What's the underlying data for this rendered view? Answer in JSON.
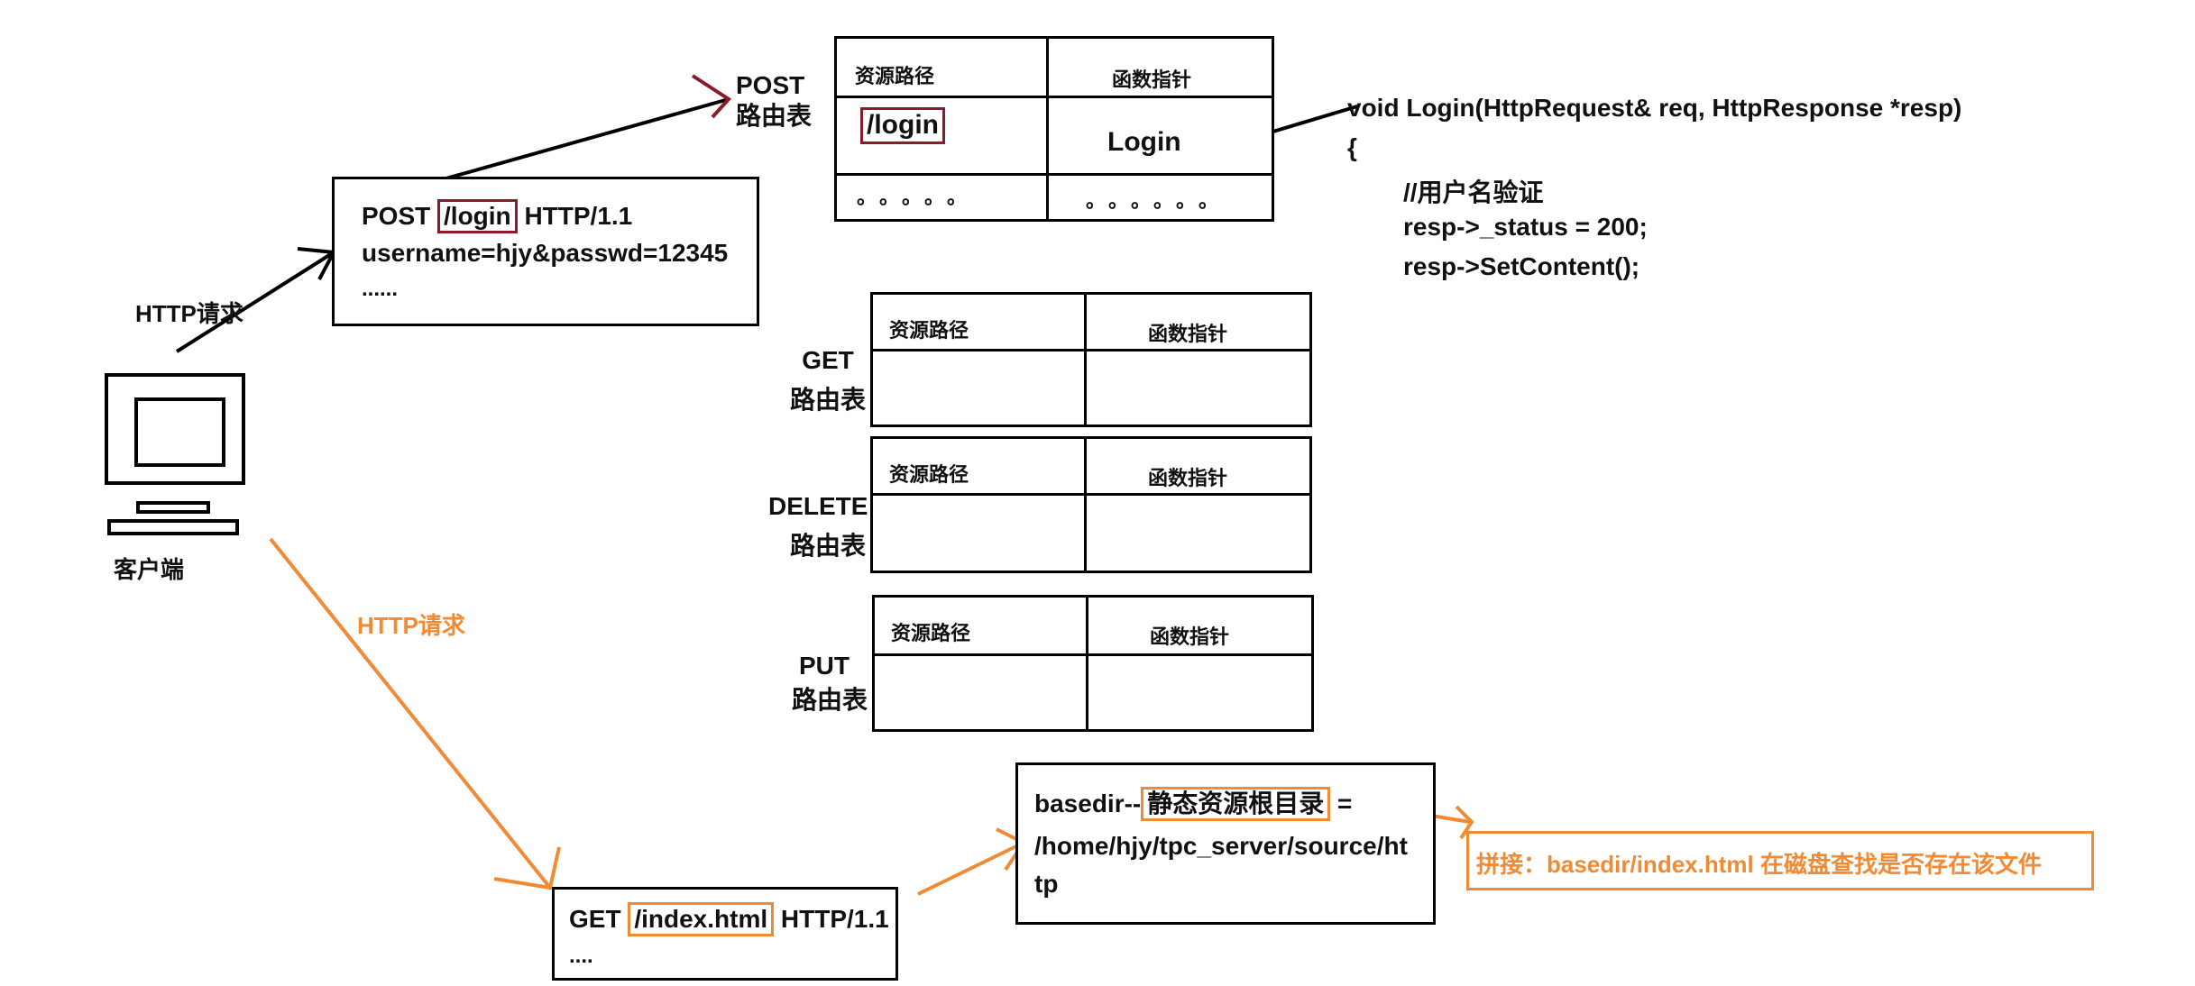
{
  "client": {
    "label": "客户端",
    "http_request_label_black": "HTTP请求",
    "http_request_label_orange": "HTTP请求"
  },
  "post_request": {
    "line1_prefix": "POST ",
    "line1_path": "/login",
    "line1_suffix": " HTTP/1.1",
    "line2": "username=hjy&passwd=12345",
    "line3": "......"
  },
  "post_table": {
    "title_line1": "POST",
    "title_line2": "路由表",
    "col_path": "资源路径",
    "col_func": "函数指针",
    "row1_path": "/login",
    "row1_func": "Login",
    "row2_path": "。。。。。",
    "row2_func": "。。。。。。"
  },
  "login_code": {
    "signature": "void Login(HttpRequest& req, HttpResponse *resp)",
    "brace": "{",
    "comment": "//用户名验证",
    "line1": "resp->_status = 200;",
    "line2": "resp->SetContent();"
  },
  "route_tables": [
    {
      "title_line1": "GET",
      "title_line2": "路由表",
      "col_path": "资源路径",
      "col_func": "函数指针"
    },
    {
      "title_line1": "DELETE",
      "title_line2": "路由表",
      "col_path": "资源路径",
      "col_func": "函数指针"
    },
    {
      "title_line1": "PUT",
      "title_line2": "路由表",
      "col_path": "资源路径",
      "col_func": "函数指针"
    }
  ],
  "get_request": {
    "line1_prefix": "GET ",
    "line1_path": "/index.html",
    "line1_suffix": " HTTP/1.1",
    "line2": "...."
  },
  "basedir": {
    "line1_prefix": "basedir--",
    "line1_highlight": "静态资源根目录",
    "line1_suffix": " =",
    "line2": "/home/hjy/tpc_server/source/ht",
    "line3": "tp"
  },
  "concat_note": "拼接：basedir/index.html  在磁盘查找是否存在该文件",
  "colors": {
    "dark_red": "#8b1a2b",
    "orange": "#f08a34",
    "black": "#000000"
  }
}
